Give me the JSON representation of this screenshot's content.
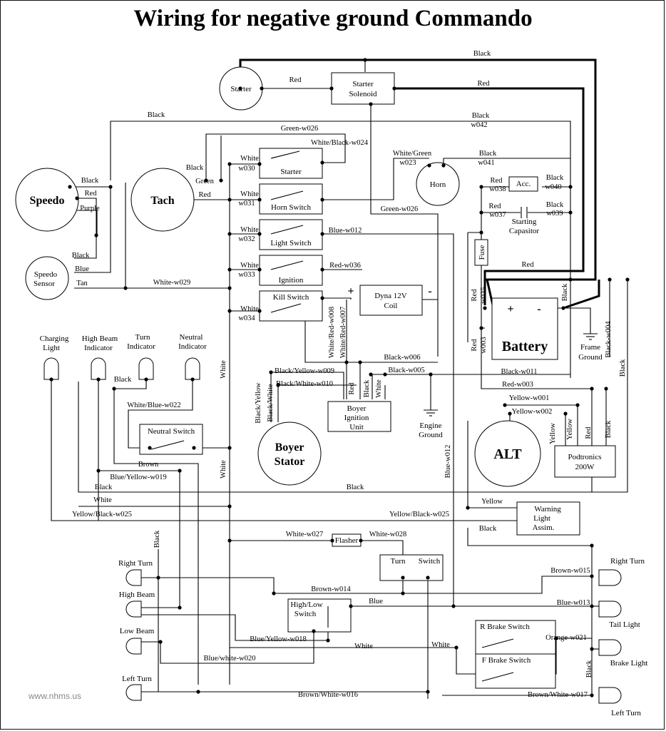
{
  "title": "Wiring for negative ground Commando",
  "watermark": "www.nhms.us",
  "components": {
    "starter": "Starter",
    "starter_solenoid": [
      "Starter",
      "Solenoid"
    ],
    "speedo": "Speedo",
    "tach": "Tach",
    "speedo_sensor": [
      "Speedo",
      "Sensor"
    ],
    "horn": "Horn",
    "acc": "Acc.",
    "starting_capacitor": [
      "Starting",
      "Capasitor"
    ],
    "fuse": "Fuse",
    "battery": "Battery",
    "battery_plus": "+",
    "battery_minus": "-",
    "frame_ground": [
      "Frame",
      "Ground"
    ],
    "engine_ground": [
      "Engine",
      "Ground"
    ],
    "sw_starter": "Starter",
    "sw_horn": "Horn Switch",
    "sw_light": "Light Switch",
    "sw_ignition": "Ignition",
    "sw_kill": "Kill Switch",
    "coil": [
      "Dyna 12V",
      "Coil"
    ],
    "coil_plus": "+",
    "coil_minus": "-",
    "boyer_unit": [
      "Boyer",
      "Ignition",
      "Unit"
    ],
    "boyer_stator": [
      "Boyer",
      "Stator"
    ],
    "alt": "ALT",
    "podtronics": [
      "Podtronics",
      "200W"
    ],
    "charging_light": [
      "Charging",
      "Light"
    ],
    "high_beam_indicator": [
      "High Beam",
      "Indicator"
    ],
    "turn_indicator": [
      "Turn",
      "Indicator"
    ],
    "neutral_indicator": [
      "Neutral",
      "Indicator"
    ],
    "neutral_switch": "Neutral Switch",
    "warning_light": [
      "Warning",
      "Light",
      "Assim."
    ],
    "flasher": "Flasher",
    "turn_switch": [
      "Turn",
      "Switch"
    ],
    "high_low_switch": [
      "High/Low",
      "Switch"
    ],
    "r_brake_switch": "R Brake Switch",
    "f_brake_switch": "F Brake  Switch",
    "right_turn_l": "Right Turn",
    "high_beam": "High Beam",
    "low_beam": "Low Beam",
    "left_turn_l": "Left Turn",
    "right_turn_r": "Right Turn",
    "tail_light": "Tail Light",
    "brake_light": "Brake Light",
    "left_turn_r": "Left Turn"
  },
  "wire_labels": [
    "Black",
    "Red",
    "Red",
    "Black",
    "Black",
    "w042",
    "Green-w026",
    "White/Black-w024",
    "White/Green",
    "w023",
    "Black",
    "w041",
    "Black",
    "Green",
    "Red",
    "Black",
    "Red",
    "Purple",
    "White",
    "w030",
    "White",
    "w031",
    "Green-w026",
    "White",
    "w032",
    "Blue-w012",
    "Red",
    "w038",
    "Black",
    "w040",
    "Red",
    "w037",
    "Black",
    "w039",
    "Black",
    "Blue",
    "Tan",
    "White-w029",
    "White",
    "w033",
    "Red-w036",
    "Red",
    "Red",
    "w035",
    "Black",
    "White",
    "w034",
    "White/Red-w008",
    "White/Red-w007",
    "Red",
    "w003",
    "Black-w006",
    "Black-w004",
    "Black",
    "Black/Yellow-w009",
    "Black-w005",
    "Black/White-w010",
    "Black/Yellow",
    "Black/White",
    "Red",
    "Black",
    "White",
    "Black-w011",
    "Red-w003",
    "Yellow-w001",
    "Yellow-w002",
    "Yellow",
    "Yellow",
    "Red",
    "Black",
    "Black",
    "White/Blue-w022",
    "White",
    "Brown",
    "Blue/Yellow-w019",
    "White",
    "Blue-w012",
    "Black",
    "Black",
    "White",
    "Yellow",
    "Yellow/Black-w025",
    "Yellow/Black-w025",
    "Black",
    "White-w027",
    "White-w028",
    "Black",
    "Brown-w015",
    "Brown-w014",
    "Blue",
    "Blue-w013",
    "Blue/Yellow-w018",
    "White",
    "White",
    "Orange-w021",
    "Blue/white-w020",
    "Black",
    "Brown/White-w016",
    "Brown/White-w017"
  ]
}
